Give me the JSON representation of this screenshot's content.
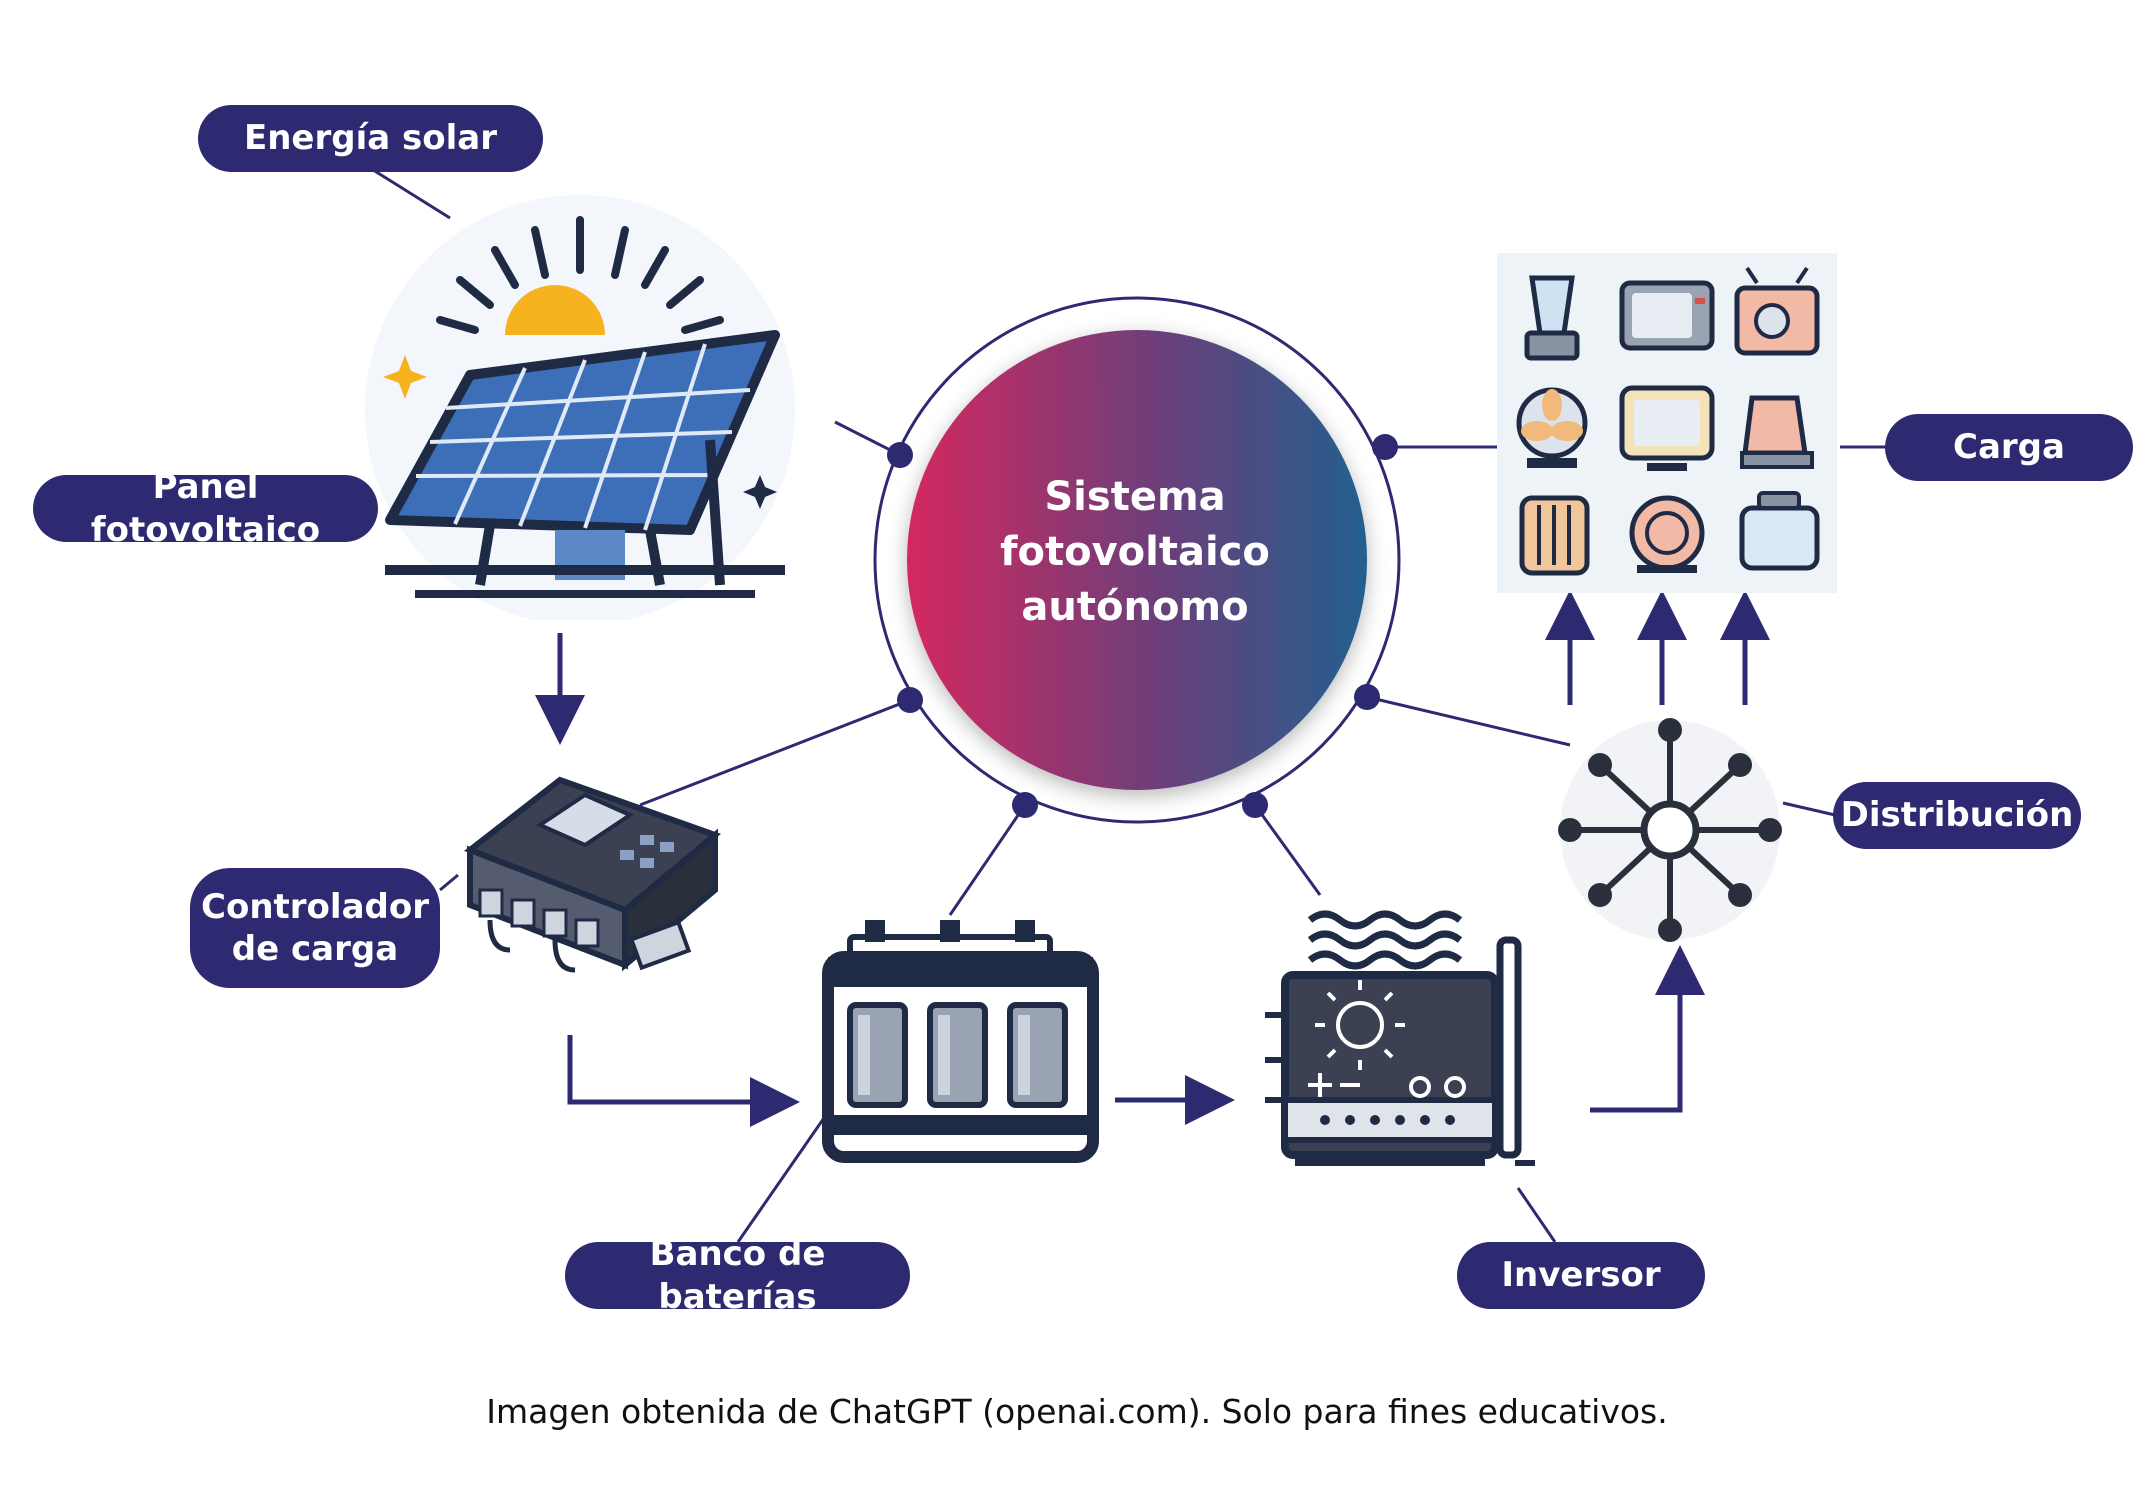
{
  "center": {
    "lines": [
      "Sistema",
      "fotovoltaico",
      "autónomo"
    ]
  },
  "labels": {
    "solar": "Energía solar",
    "panel": "Panel fotovoltaico",
    "controller": [
      "Controlador",
      "de carga"
    ],
    "battery": "Banco de baterías",
    "inverter": "Inversor",
    "distribution": "Distribución",
    "load": "Carga"
  },
  "caption": "Imagen obtenida de ChatGPT (openai.com). Solo para fines educativos.",
  "colors": {
    "pill_bg": "#2e2a72",
    "gradient_start": "#d4285f",
    "gradient_end": "#235f8e",
    "line": "#2e2a72",
    "sun": "#f7b21f",
    "panel_cell": "#3d6fb8"
  },
  "icons": [
    "sun-icon",
    "solar-panel-icon",
    "charge-controller-icon",
    "battery-bank-icon",
    "inverter-icon",
    "distribution-hub-icon",
    "appliance-grid-icon"
  ]
}
